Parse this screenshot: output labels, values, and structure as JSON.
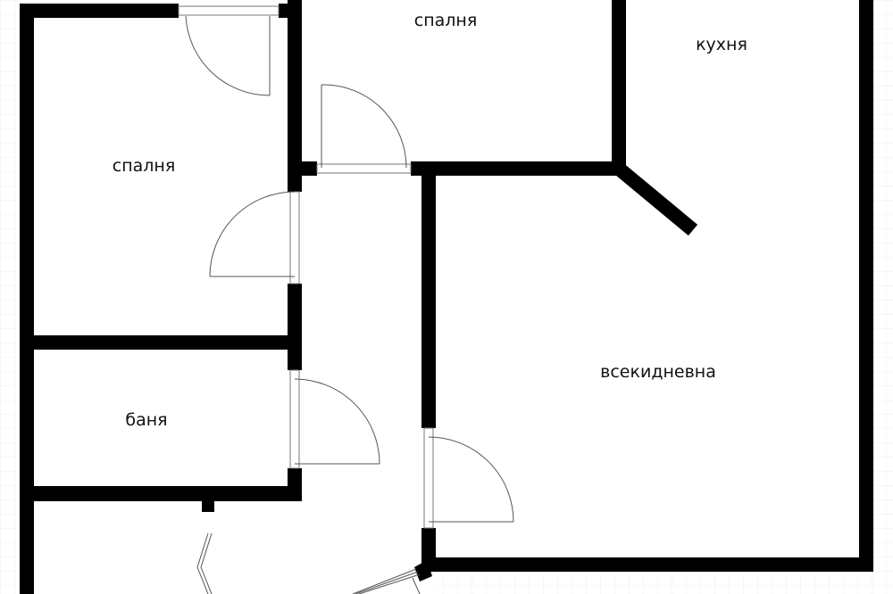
{
  "rooms": {
    "bedroom_top": "спалня",
    "kitchen": "кухня",
    "bedroom_left": "спалня",
    "living_room": "всекидневна",
    "bathroom": "баня"
  },
  "colors": {
    "wall": "#000000",
    "grid": "#eeeeee",
    "door_line": "#555555"
  }
}
